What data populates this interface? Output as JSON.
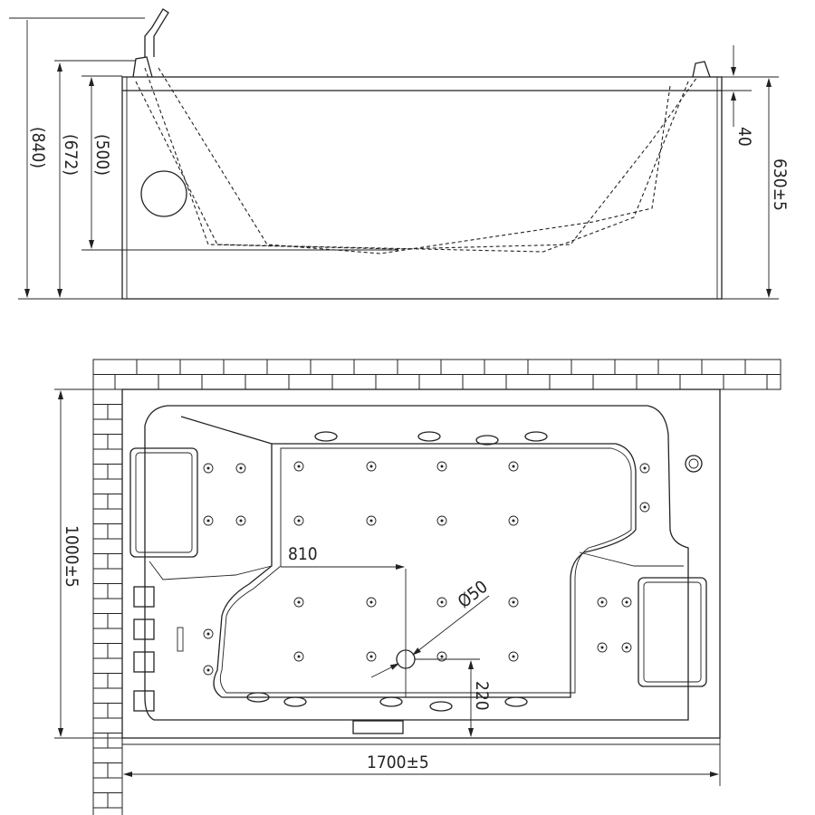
{
  "side_view": {
    "dim_total_height": "(840)",
    "dim_headrest_height": "(672)",
    "dim_basin_depth": "(500)",
    "dim_rim": "40",
    "dim_height": "630±5"
  },
  "plan_view": {
    "dim_width": "1000±5",
    "dim_length": "1700±5",
    "dim_drain_offset_x": "810",
    "dim_drain_diameter": "Ø50",
    "dim_drain_offset_y": "220"
  }
}
